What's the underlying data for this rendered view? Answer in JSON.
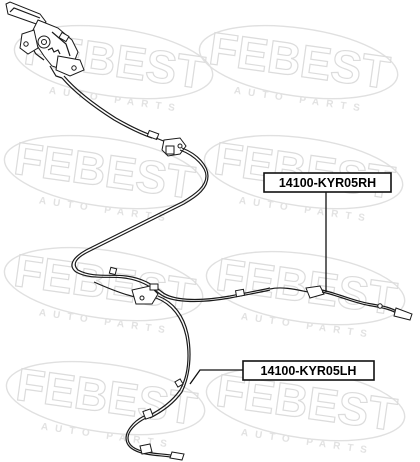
{
  "watermark": {
    "brand": "FEBEST",
    "tagline": "AUTO PARTS"
  },
  "labels": [
    {
      "id": "rh",
      "text": "14100-KYR05RH"
    },
    {
      "id": "lh",
      "text": "14100-KYR05LH"
    }
  ],
  "colors": {
    "line": "#1a1a1a",
    "watermark": "#dcdcdc",
    "background": "#ffffff"
  }
}
